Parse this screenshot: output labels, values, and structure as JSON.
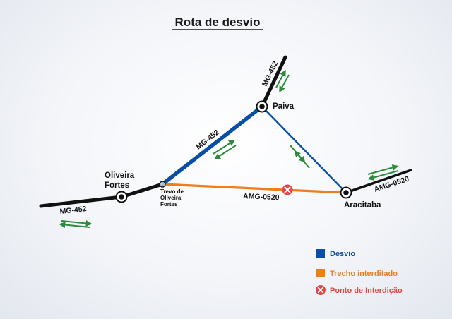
{
  "title": "Rota de desvio",
  "places": {
    "paiva": "Paiva",
    "oliveira_line1": "Oliveira",
    "oliveira_line2": "Fortes",
    "aracitaba": "Aracitaba",
    "trevo_line1": "Trevo de",
    "trevo_line2": "Oliveira",
    "trevo_line3": "Fortes"
  },
  "roads": {
    "mg452_north": "MG-452",
    "mg452_diagonal": "MG-452",
    "mg452_west": "MG-452",
    "amg0520_middle": "AMG-0520",
    "amg0520_east": "AMG-0520"
  },
  "legend": {
    "detour": {
      "label": "Desvio",
      "color": "#0a4fa6"
    },
    "closed": {
      "label": "Trecho interditado",
      "color": "#f07d19"
    },
    "point": {
      "label": "Ponto de Interdição",
      "color": "#e54747"
    }
  },
  "colors": {
    "highway": "#111111",
    "arrow": "#2e8b3d"
  }
}
